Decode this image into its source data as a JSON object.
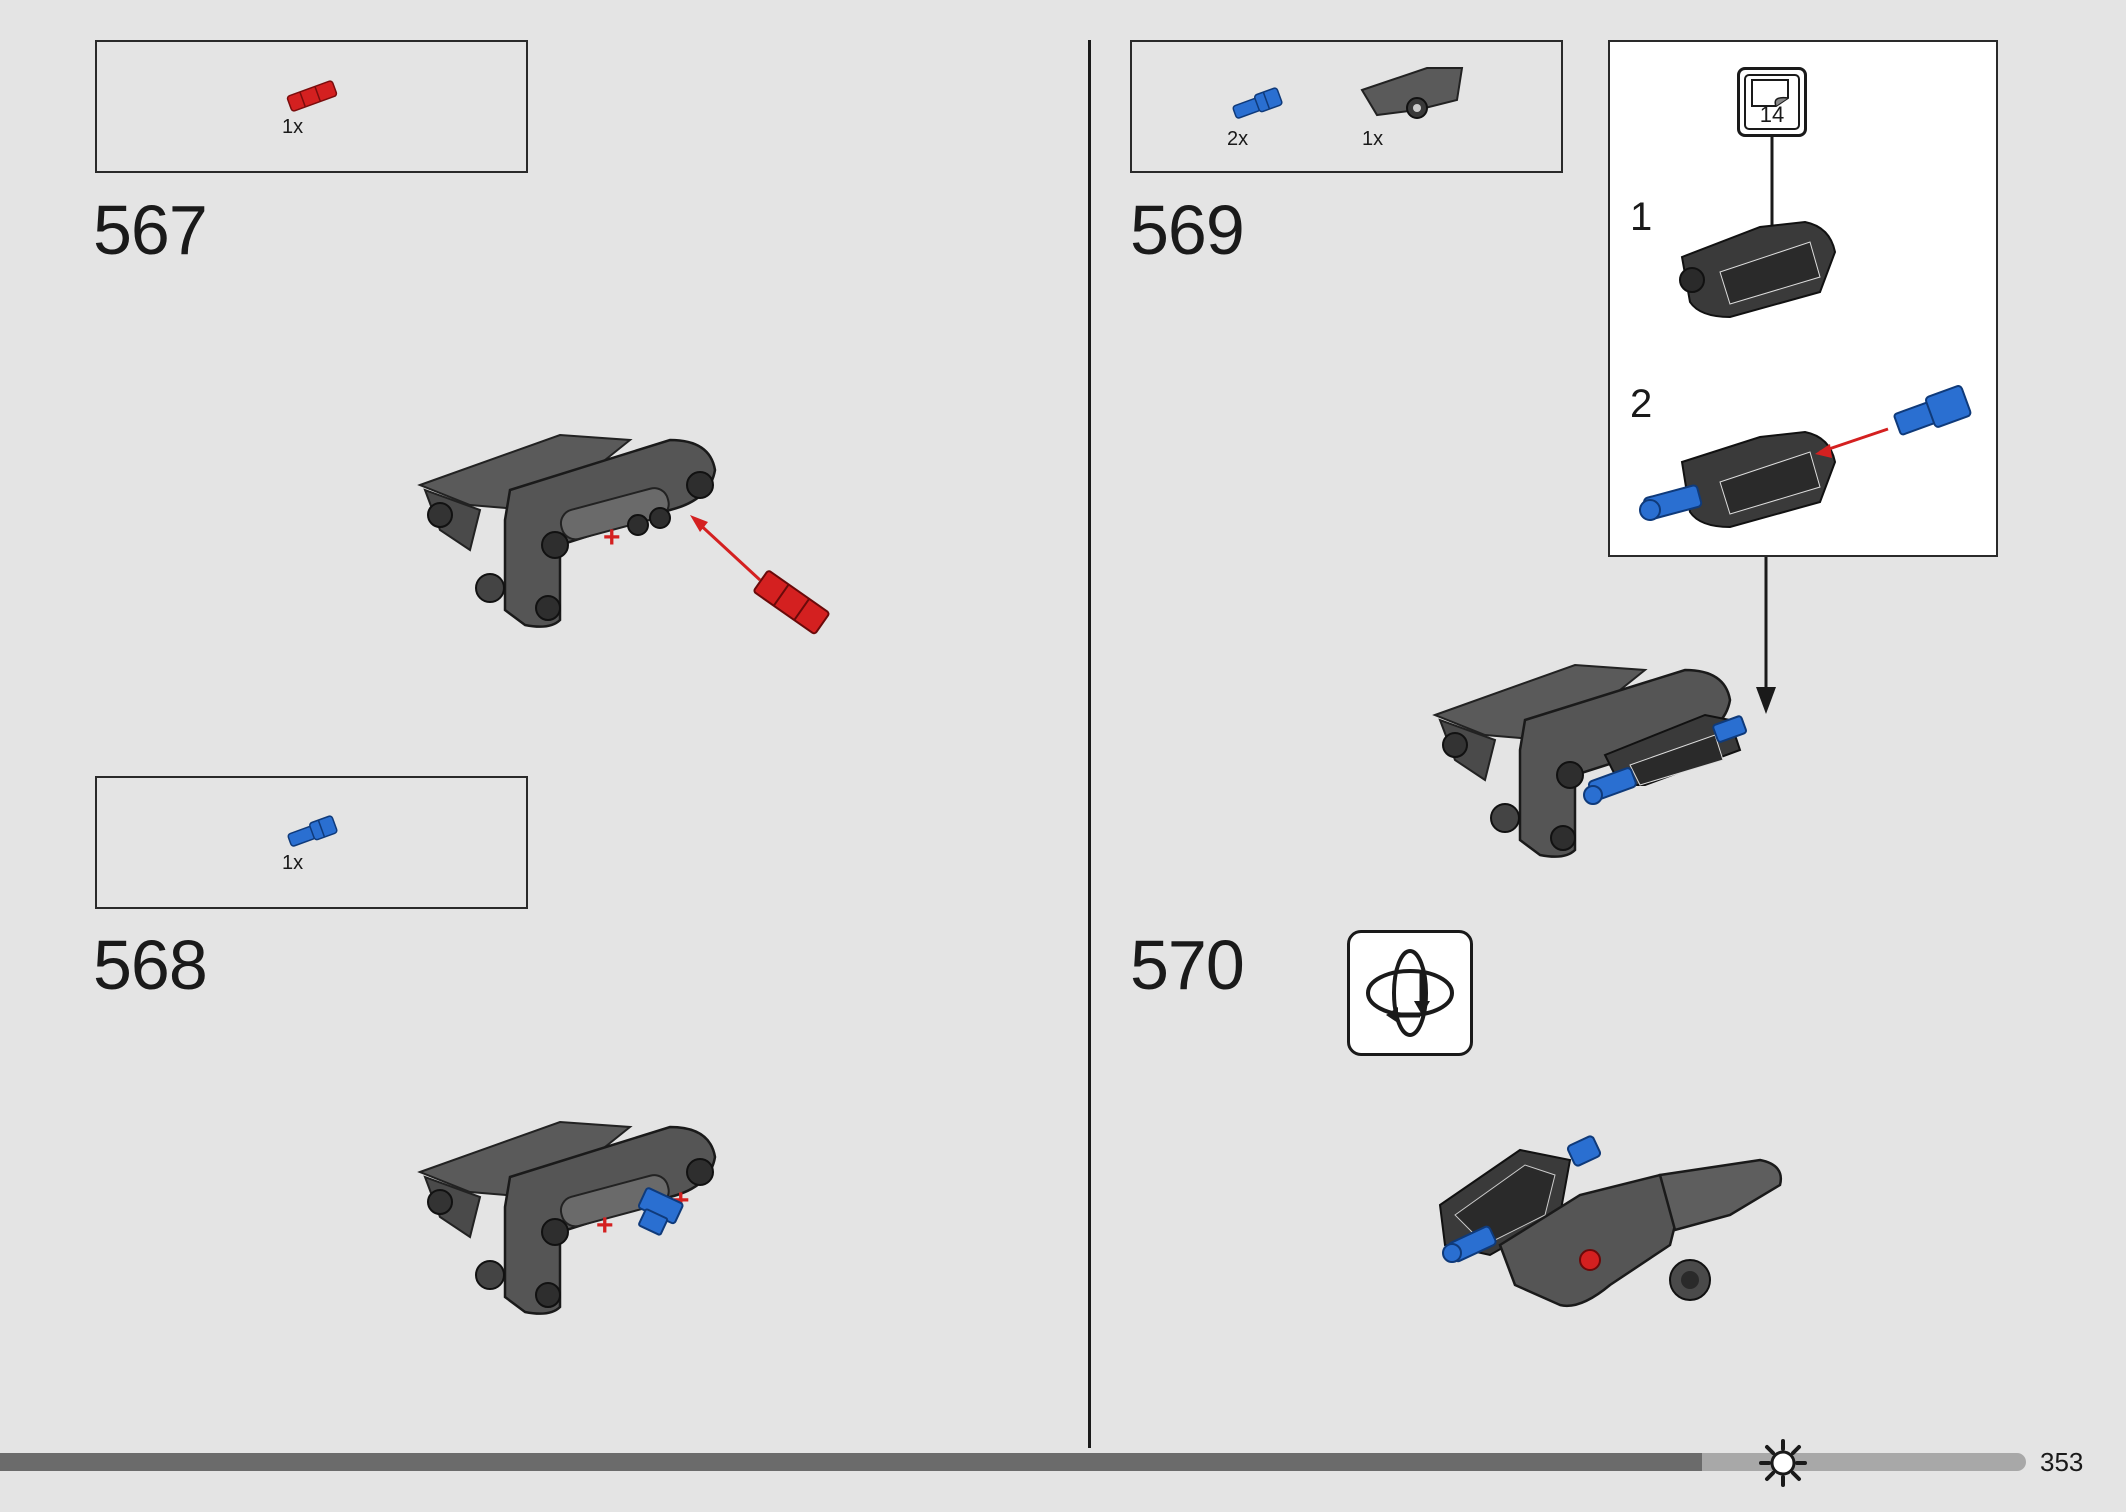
{
  "steps": [
    {
      "number": "567",
      "parts": [
        {
          "qty": "1x",
          "color": "#d42020",
          "name": "axle-pin-red-icon"
        }
      ]
    },
    {
      "number": "568",
      "parts": [
        {
          "qty": "1x",
          "color": "#2a6fd1",
          "name": "axle-pin-blue-icon"
        }
      ]
    },
    {
      "number": "569",
      "parts": [
        {
          "qty": "2x",
          "color": "#2a6fd1",
          "name": "axle-pin-blue-icon"
        },
        {
          "qty": "1x",
          "color": "#555555",
          "name": "panel-piece-icon"
        }
      ]
    },
    {
      "number": "570"
    }
  ],
  "callout": {
    "sticker_ref": "14",
    "substeps": [
      "1",
      "2"
    ]
  },
  "page": {
    "number": "353",
    "progress_percent": 84
  },
  "colors": {
    "background": "#e4e4e4",
    "part_gray": "#4f4f4f",
    "part_red": "#d42020",
    "part_blue": "#2a6fd1",
    "arrow_red": "#d42020"
  }
}
